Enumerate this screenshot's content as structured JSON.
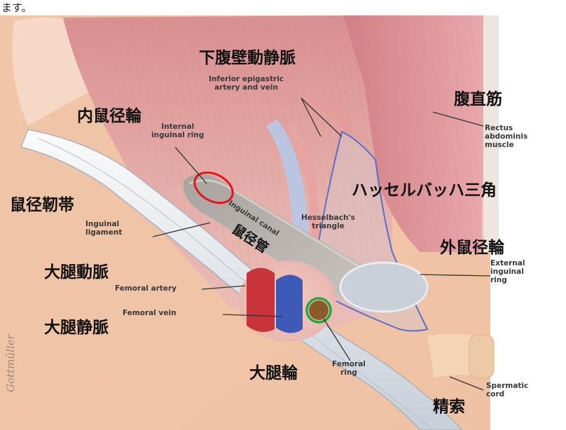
{
  "top_caption": "ます。",
  "labels": {
    "inferior_epigastric_jp": "下腹壁動静脈",
    "inferior_epigastric_en_1": "Inferior epigastric",
    "inferior_epigastric_en_2": "artery and vein",
    "rectus_jp": "腹直筋",
    "rectus_en_1": "Rectus",
    "rectus_en_2": "abdominis",
    "rectus_en_3": "muscle",
    "internal_ring_jp": "内鼠径輪",
    "internal_ring_en_1": "Internal",
    "internal_ring_en_2": "inguinal ring",
    "hesselbach_jp": "ハッセルバッハ三角",
    "hesselbach_en_1": "Hesselbach's",
    "hesselbach_en_2": "triangle",
    "inguinal_ligament_jp": "鼠径靭帯",
    "inguinal_ligament_en_1": "Inguinal",
    "inguinal_ligament_en_2": "ligament",
    "inguinal_canal_en": "Inguinal canal",
    "inguinal_canal_jp": "鼠径管",
    "external_ring_jp": "外鼠径輪",
    "external_ring_en_1": "External",
    "external_ring_en_2": "inguinal",
    "external_ring_en_3": "ring",
    "femoral_artery_jp": "大腿動脈",
    "femoral_artery_en": "Femoral artery",
    "femoral_vein_en": "Femoral vein",
    "femoral_vein_jp": "大腿静脈",
    "femoral_ring_jp": "大腿輪",
    "femoral_ring_en_1": "Femoral",
    "femoral_ring_en_2": "ring",
    "spermatic_en_1": "Spermatic",
    "spermatic_en_2": "cord",
    "spermatic_jp": "精索",
    "signature": "Gottmüller"
  },
  "highlight_colors": {
    "internal_ring_marker": "#e8141b",
    "femoral_ring_marker": "#1fa83a",
    "hesselbach_outline": "#5b6fc9"
  }
}
